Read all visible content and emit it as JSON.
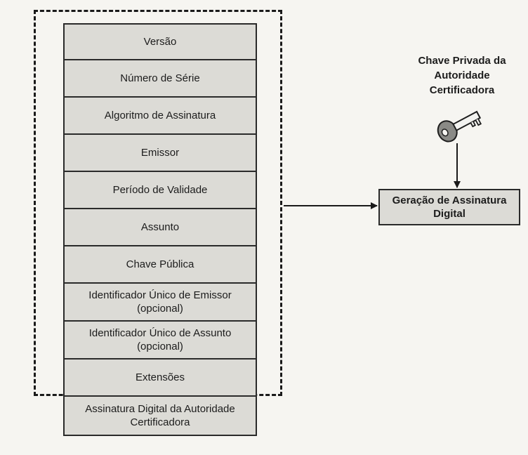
{
  "fields": [
    "Versão",
    "Número de Série",
    "Algoritmo de Assinatura",
    "Emissor",
    "Período de Validade",
    "Assunto",
    "Chave Pública",
    "Identificador Único de Emissor (opcional)",
    "Identificador Único de Assunto (opcional)",
    "Extensões",
    "Assinatura Digital da Autoridade Certificadora"
  ],
  "key": {
    "label": "Chave Privada da Autoridade Certificadora",
    "icon": "key-icon"
  },
  "signature_box": {
    "label": "Geração de Assinatura Digital"
  }
}
